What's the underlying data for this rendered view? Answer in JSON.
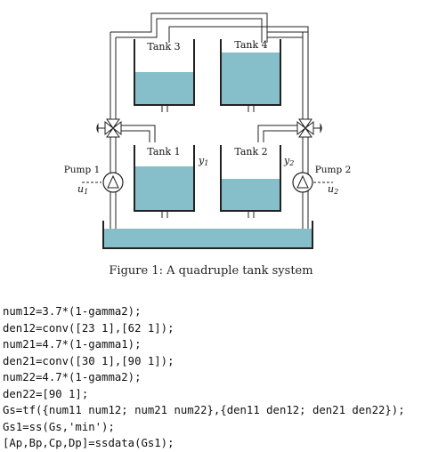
{
  "figure": {
    "tanks": [
      {
        "label": "Tank 3",
        "level": 0.5
      },
      {
        "label": "Tank 4",
        "level": 0.8
      },
      {
        "label": "Tank 1",
        "level": 0.67
      },
      {
        "label": "Tank 2",
        "level": 0.48
      }
    ],
    "outputs": {
      "y1": "y",
      "y1_sub": "1",
      "y2": "y",
      "y2_sub": "2"
    },
    "pumps": [
      {
        "label": "Pump 1",
        "input": "u",
        "input_sub": "1"
      },
      {
        "label": "Pump 2",
        "input": "u",
        "input_sub": "2"
      }
    ],
    "colors": {
      "water": "#86bfca",
      "line": "#222222"
    }
  },
  "caption": "Figure 1: A quadruple tank system",
  "code_lines": [
    "num12=3.7*(1-gamma2);",
    "den12=conv([23 1],[62 1]);",
    "num21=4.7*(1-gamma1);",
    "den21=conv([30 1],[90 1]);",
    "num22=4.7*(1-gamma2);",
    "den22=[90 1];",
    "Gs=tf({num11 num12; num21 num22},{den11 den12; den21 den22});",
    "Gs1=ss(Gs,'min');",
    "[Ap,Bp,Cp,Dp]=ssdata(Gs1);"
  ]
}
